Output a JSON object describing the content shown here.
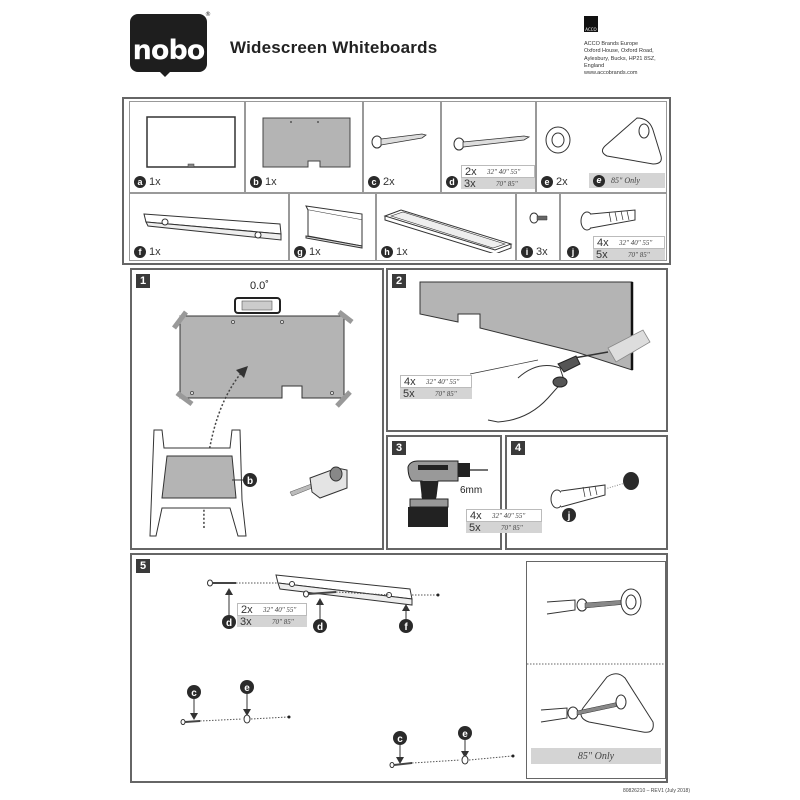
{
  "header": {
    "brand": "nobo",
    "registered": "®",
    "title": "Widescreen  Whiteboards",
    "company_logo": "ACCO",
    "address_lines": [
      "ACCO Brands Europe",
      "Oxford House, Oxford Road,",
      "Aylesbury, Bucks, HP21 8SZ,",
      "England",
      "www.accobrands.com"
    ]
  },
  "parts": [
    {
      "letter": "a",
      "qty": "1x",
      "item": "whiteboard"
    },
    {
      "letter": "b",
      "qty": "1x",
      "item": "template-sheet"
    },
    {
      "letter": "c",
      "qty": "2x",
      "item": "short-screw"
    },
    {
      "letter": "d",
      "item": "long-screw",
      "sizes": [
        {
          "qty": "2x",
          "models": "32\" 40\" 55\""
        },
        {
          "qty": "3x",
          "models": "70\" 85\""
        }
      ]
    },
    {
      "letter": "e",
      "qty": "2x",
      "item": "washer"
    },
    {
      "letter": "e",
      "item": "triangle-bracket",
      "note": "85\" Only"
    },
    {
      "letter": "f",
      "qty": "1x",
      "item": "wall-rail"
    },
    {
      "letter": "g",
      "qty": "1x",
      "item": "bracket"
    },
    {
      "letter": "h",
      "qty": "1x",
      "item": "pen-tray"
    },
    {
      "letter": "i",
      "qty": "3x",
      "item": "small-screw"
    },
    {
      "letter": "j",
      "item": "wall-plug",
      "sizes": [
        {
          "qty": "4x",
          "models": "32\" 40\" 55\""
        },
        {
          "qty": "5x",
          "models": "70\" 85\""
        }
      ]
    }
  ],
  "steps": {
    "s1": {
      "number": "1",
      "level_reading": "0.0˚",
      "callout": "b"
    },
    "s2": {
      "number": "2",
      "sizes": [
        {
          "qty": "4x",
          "models": "32\" 40\" 55\""
        },
        {
          "qty": "5x",
          "models": "70\" 85\""
        }
      ]
    },
    "s3": {
      "number": "3",
      "drill_size": "6mm",
      "sizes": [
        {
          "qty": "4x",
          "models": "32\" 40\" 55\""
        },
        {
          "qty": "5x",
          "models": "70\" 85\""
        }
      ]
    },
    "s4": {
      "number": "4",
      "callout": "j"
    },
    "s5": {
      "number": "5",
      "callouts": [
        "d",
        "d",
        "f",
        "c",
        "e",
        "c",
        "e"
      ],
      "sizes": [
        {
          "qty": "2x",
          "models": "32\" 40\" 55\""
        },
        {
          "qty": "3x",
          "models": "70\" 85\""
        }
      ],
      "detail_note": "85\" Only"
    }
  },
  "footer": {
    "doc_ref": "80826210 – REV1 (July 2018)"
  }
}
